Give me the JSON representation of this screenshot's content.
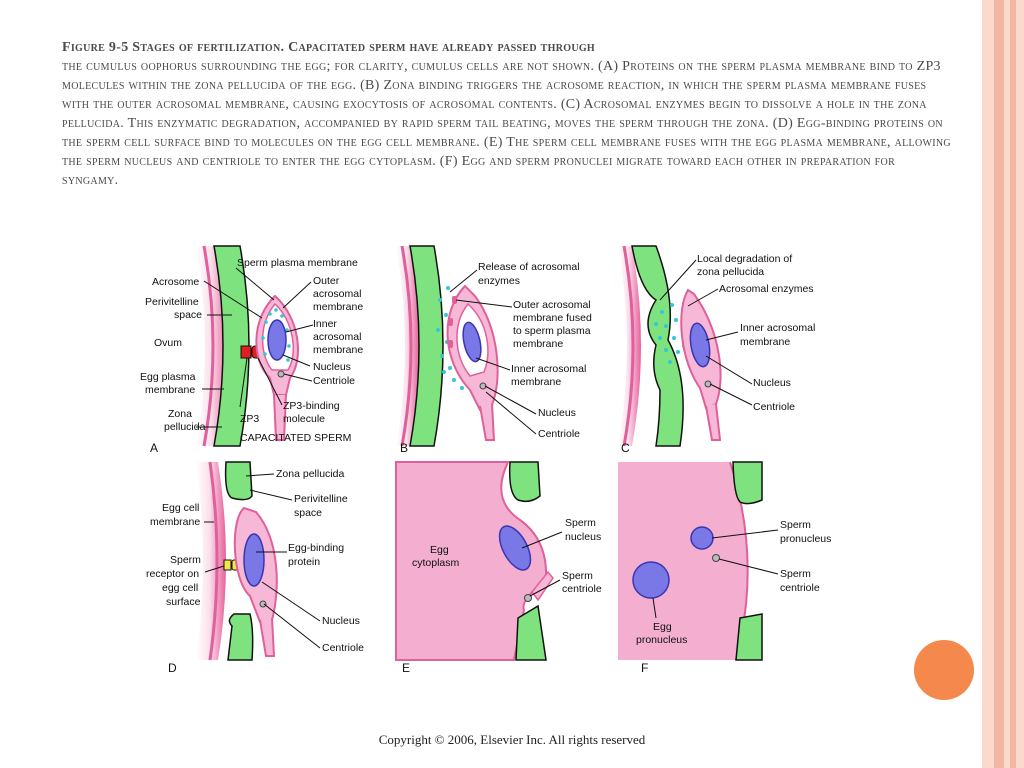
{
  "figure": {
    "caption_title": "Figure 9-5 Stages of fertilization. Capacitated sperm have already passed through",
    "caption_body": "the cumulus oophorus surrounding the egg; for clarity, cumulus cells are not shown. (A) Proteins on the sperm plasma membrane bind to ZP3 molecules within the zona pellucida of the egg. (B) Zona binding triggers the acrosome reaction, in which the sperm plasma membrane fuses with the outer acrosomal membrane, causing exocytosis of acrosomal contents. (C) Acrosomal enzymes begin to dissolve a hole in the zona pellucida. This enzymatic degradation, accompanied by rapid sperm tail beating, moves the sperm through the zona. (D) Egg-binding proteins on the sperm cell surface bind to molecules on the egg cell membrane. (E) The sperm cell membrane fuses with the egg plasma membrane, allowing the sperm nucleus and centriole to enter the egg cytoplasm. (F) Egg and sperm pronuclei migrate toward each other in preparation for syngamy."
  },
  "copyright": "Copyright © 2006, Elsevier Inc. All rights reserved",
  "colors": {
    "zona": "#7ee27e",
    "membrane_pink": "#e0609a",
    "sperm_fill": "#f6b8d6",
    "nucleus": "#7a78e6",
    "enzyme_dots": "#34c7d6",
    "egg_cytoplasm": "#f3aed0",
    "zp3_red": "#e01f1f",
    "receptor_yellow": "#f4e64a",
    "orange_accent": "#f5894d",
    "stripe_salmon": "#f2b6a4"
  },
  "panels": {
    "a": {
      "letter": "A",
      "labels": {
        "acrosome": "Acrosome",
        "perivitelline_1": "Perivitelline",
        "perivitelline_2": "space",
        "ovum": "Ovum",
        "egg_plasma_1": "Egg plasma",
        "egg_plasma_2": "membrane",
        "zona_1": "Zona",
        "zona_2": "pellucida",
        "zp3": "ZP3",
        "capacitated": "CAPACITATED SPERM",
        "sperm_plasma": "Sperm plasma membrane",
        "outer_1": "Outer",
        "outer_2": "acrosomal",
        "outer_3": "membrane",
        "inner_1": "Inner",
        "inner_2": "acrosomal",
        "inner_3": "membrane",
        "nucleus": "Nucleus",
        "centriole": "Centriole",
        "zp3_binding_1": "ZP3-binding",
        "zp3_binding_2": "molecule"
      }
    },
    "b": {
      "letter": "B",
      "labels": {
        "release_1": "Release of acrosomal",
        "release_2": "enzymes",
        "outer_fused_1": "Outer acrosomal",
        "outer_fused_2": "membrane fused",
        "outer_fused_3": "to sperm plasma",
        "outer_fused_4": "membrane",
        "inner_1": "Inner acrosomal",
        "inner_2": "membrane",
        "nucleus": "Nucleus",
        "centriole": "Centriole"
      }
    },
    "c": {
      "letter": "C",
      "labels": {
        "local_1": "Local degradation of",
        "local_2": "zona pellucida",
        "enzymes": "Acrosomal enzymes",
        "inner_1": "Inner acrosomal",
        "inner_2": "membrane",
        "nucleus": "Nucleus",
        "centriole": "Centriole"
      }
    },
    "d": {
      "letter": "D",
      "labels": {
        "zona": "Zona pellucida",
        "egg_cell_1": "Egg cell",
        "egg_cell_2": "membrane",
        "periv_1": "Perivitelline",
        "periv_2": "space",
        "egg_binding_1": "Egg-binding",
        "egg_binding_2": "protein",
        "receptor_1": "Sperm",
        "receptor_2": "receptor on",
        "receptor_3": "egg cell",
        "receptor_4": "surface",
        "nucleus": "Nucleus",
        "centriole": "Centriole"
      }
    },
    "e": {
      "letter": "E",
      "labels": {
        "egg_1": "Egg",
        "egg_2": "cytoplasm",
        "sperm_nuc_1": "Sperm",
        "sperm_nuc_2": "nucleus",
        "sperm_cen_1": "Sperm",
        "sperm_cen_2": "centriole"
      }
    },
    "f": {
      "letter": "F",
      "labels": {
        "sperm_pro_1": "Sperm",
        "sperm_pro_2": "pronucleus",
        "sperm_cen_1": "Sperm",
        "sperm_cen_2": "centriole",
        "egg_pro_1": "Egg",
        "egg_pro_2": "pronucleus"
      }
    }
  }
}
